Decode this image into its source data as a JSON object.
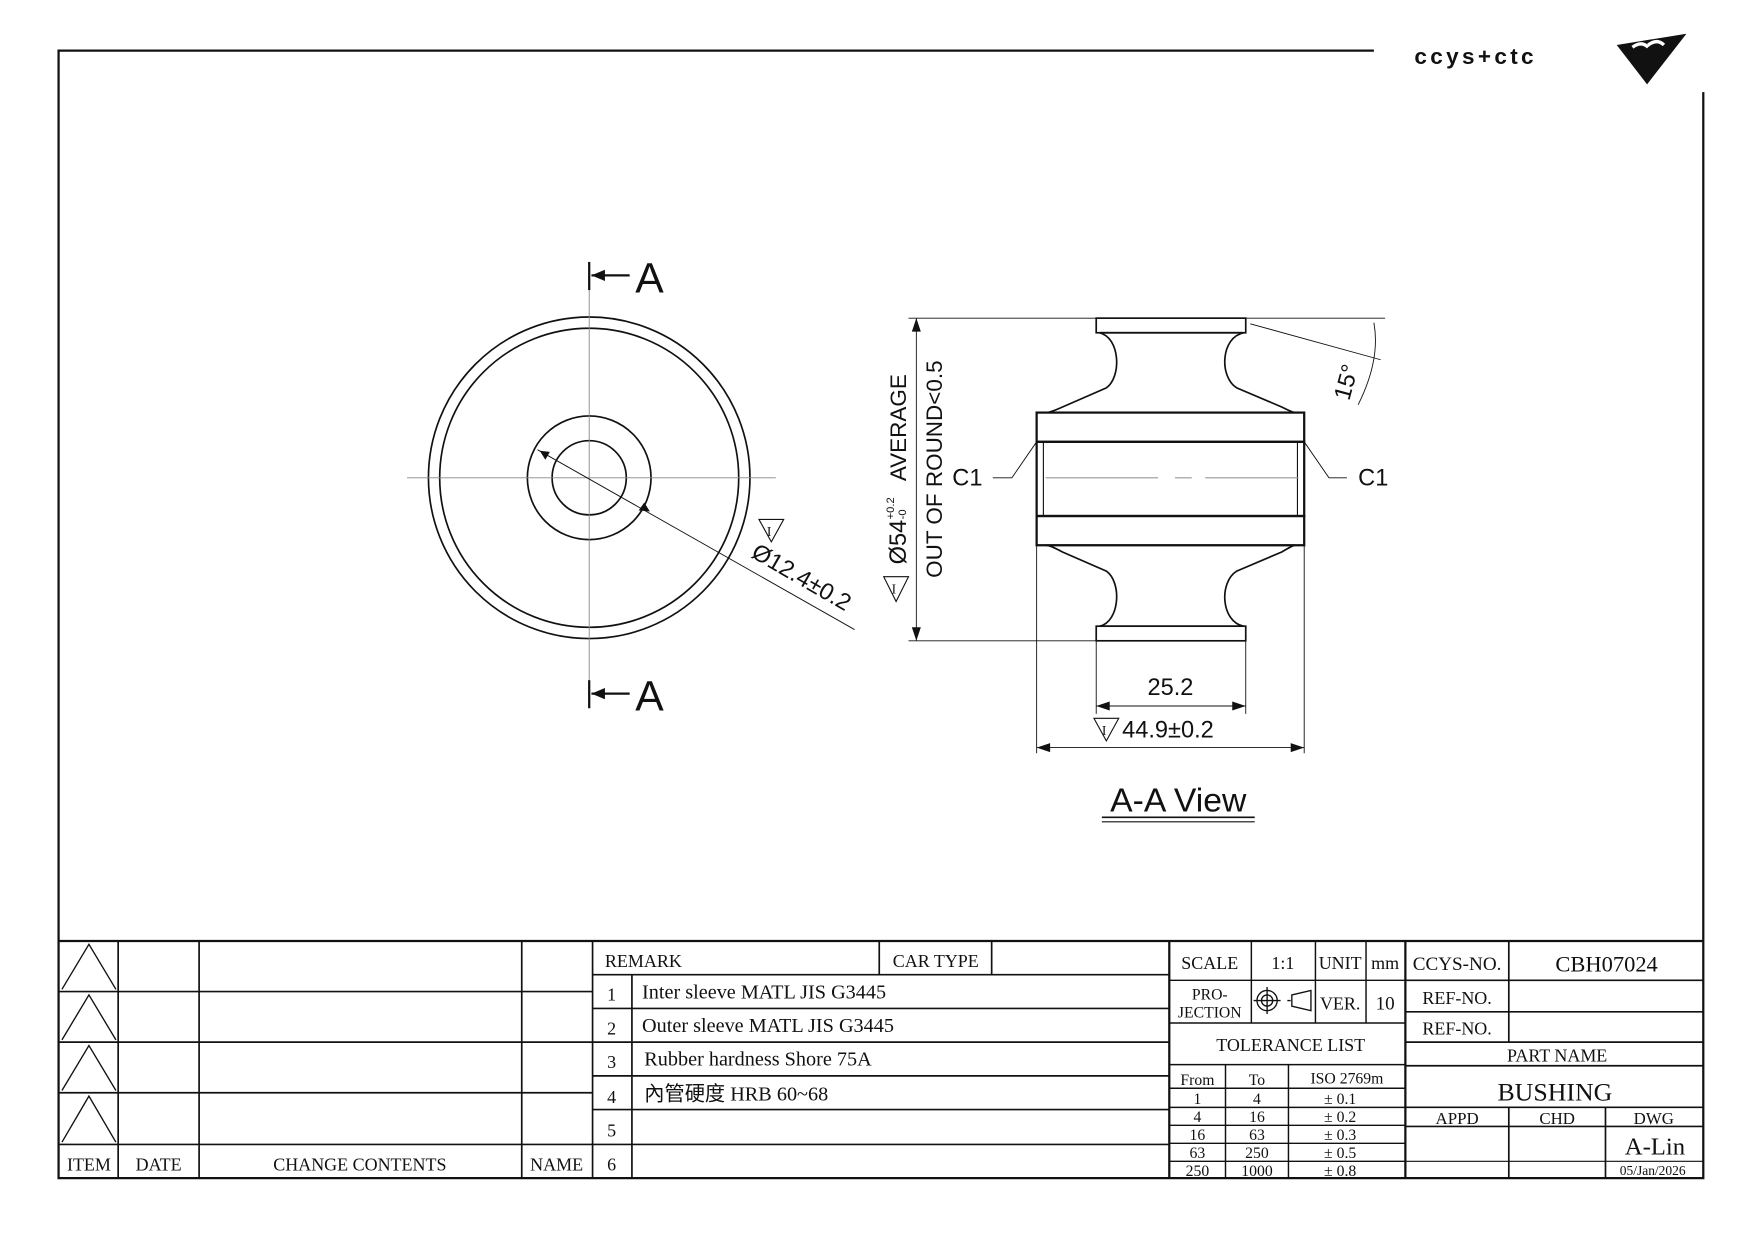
{
  "logo": {
    "text": "ccys+ctc"
  },
  "views": {
    "section_marker": "A",
    "front_dim": "Ø12.4±0.2",
    "od_main": "Ø54",
    "od_tol_upper": "+0.2",
    "od_tol_lower": "-0",
    "average": "AVERAGE",
    "out_of_round": "OUT OF ROUND<0.5",
    "chamfer_left": "C1",
    "chamfer_right": "C1",
    "angle": "15°",
    "width_inner": "25.2",
    "width_total": "44.9±0.2",
    "surface_symbol": "I",
    "section_title": "A-A View"
  },
  "revision": {
    "headers": [
      "ITEM",
      "DATE",
      "CHANGE CONTENTS",
      "NAME"
    ]
  },
  "remarks": {
    "header": "REMARK",
    "car_type_label": "CAR TYPE",
    "car_type_value": "",
    "rows": [
      {
        "no": "1",
        "text": "Inter sleeve MATL JIS G3445"
      },
      {
        "no": "2",
        "text": "Outer sleeve MATL JIS G3445"
      },
      {
        "no": "3",
        "text": "Rubber hardness Shore 75A"
      },
      {
        "no": "4",
        "text": "內管硬度 HRB 60~68"
      },
      {
        "no": "5",
        "text": ""
      },
      {
        "no": "6",
        "text": ""
      }
    ]
  },
  "title_block": {
    "scale_label": "SCALE",
    "scale": "1:1",
    "unit_label": "UNIT",
    "unit": "mm",
    "projection_label_1": "PRO-",
    "projection_label_2": "JECTION",
    "ver_label": "VER.",
    "ver": "10",
    "tolerance_title": "TOLERANCE LIST",
    "tolerance_headers": [
      "From",
      "To",
      "ISO 2769m"
    ],
    "tolerance_rows": [
      [
        "1",
        "4",
        "± 0.1"
      ],
      [
        "4",
        "16",
        "± 0.2"
      ],
      [
        "16",
        "63",
        "± 0.3"
      ],
      [
        "63",
        "250",
        "± 0.5"
      ],
      [
        "250",
        "1000",
        "± 0.8"
      ]
    ],
    "ccys_no_label": "CCYS-NO.",
    "ccys_no": "CBH07024",
    "ref_no_label": "REF-NO.",
    "part_name_label": "PART NAME",
    "part_name": "BUSHING",
    "appd_label": "APPD",
    "chd_label": "CHD",
    "dwg_label": "DWG",
    "dwg_name": "A-Lin",
    "date": "05/Jan/2026"
  }
}
